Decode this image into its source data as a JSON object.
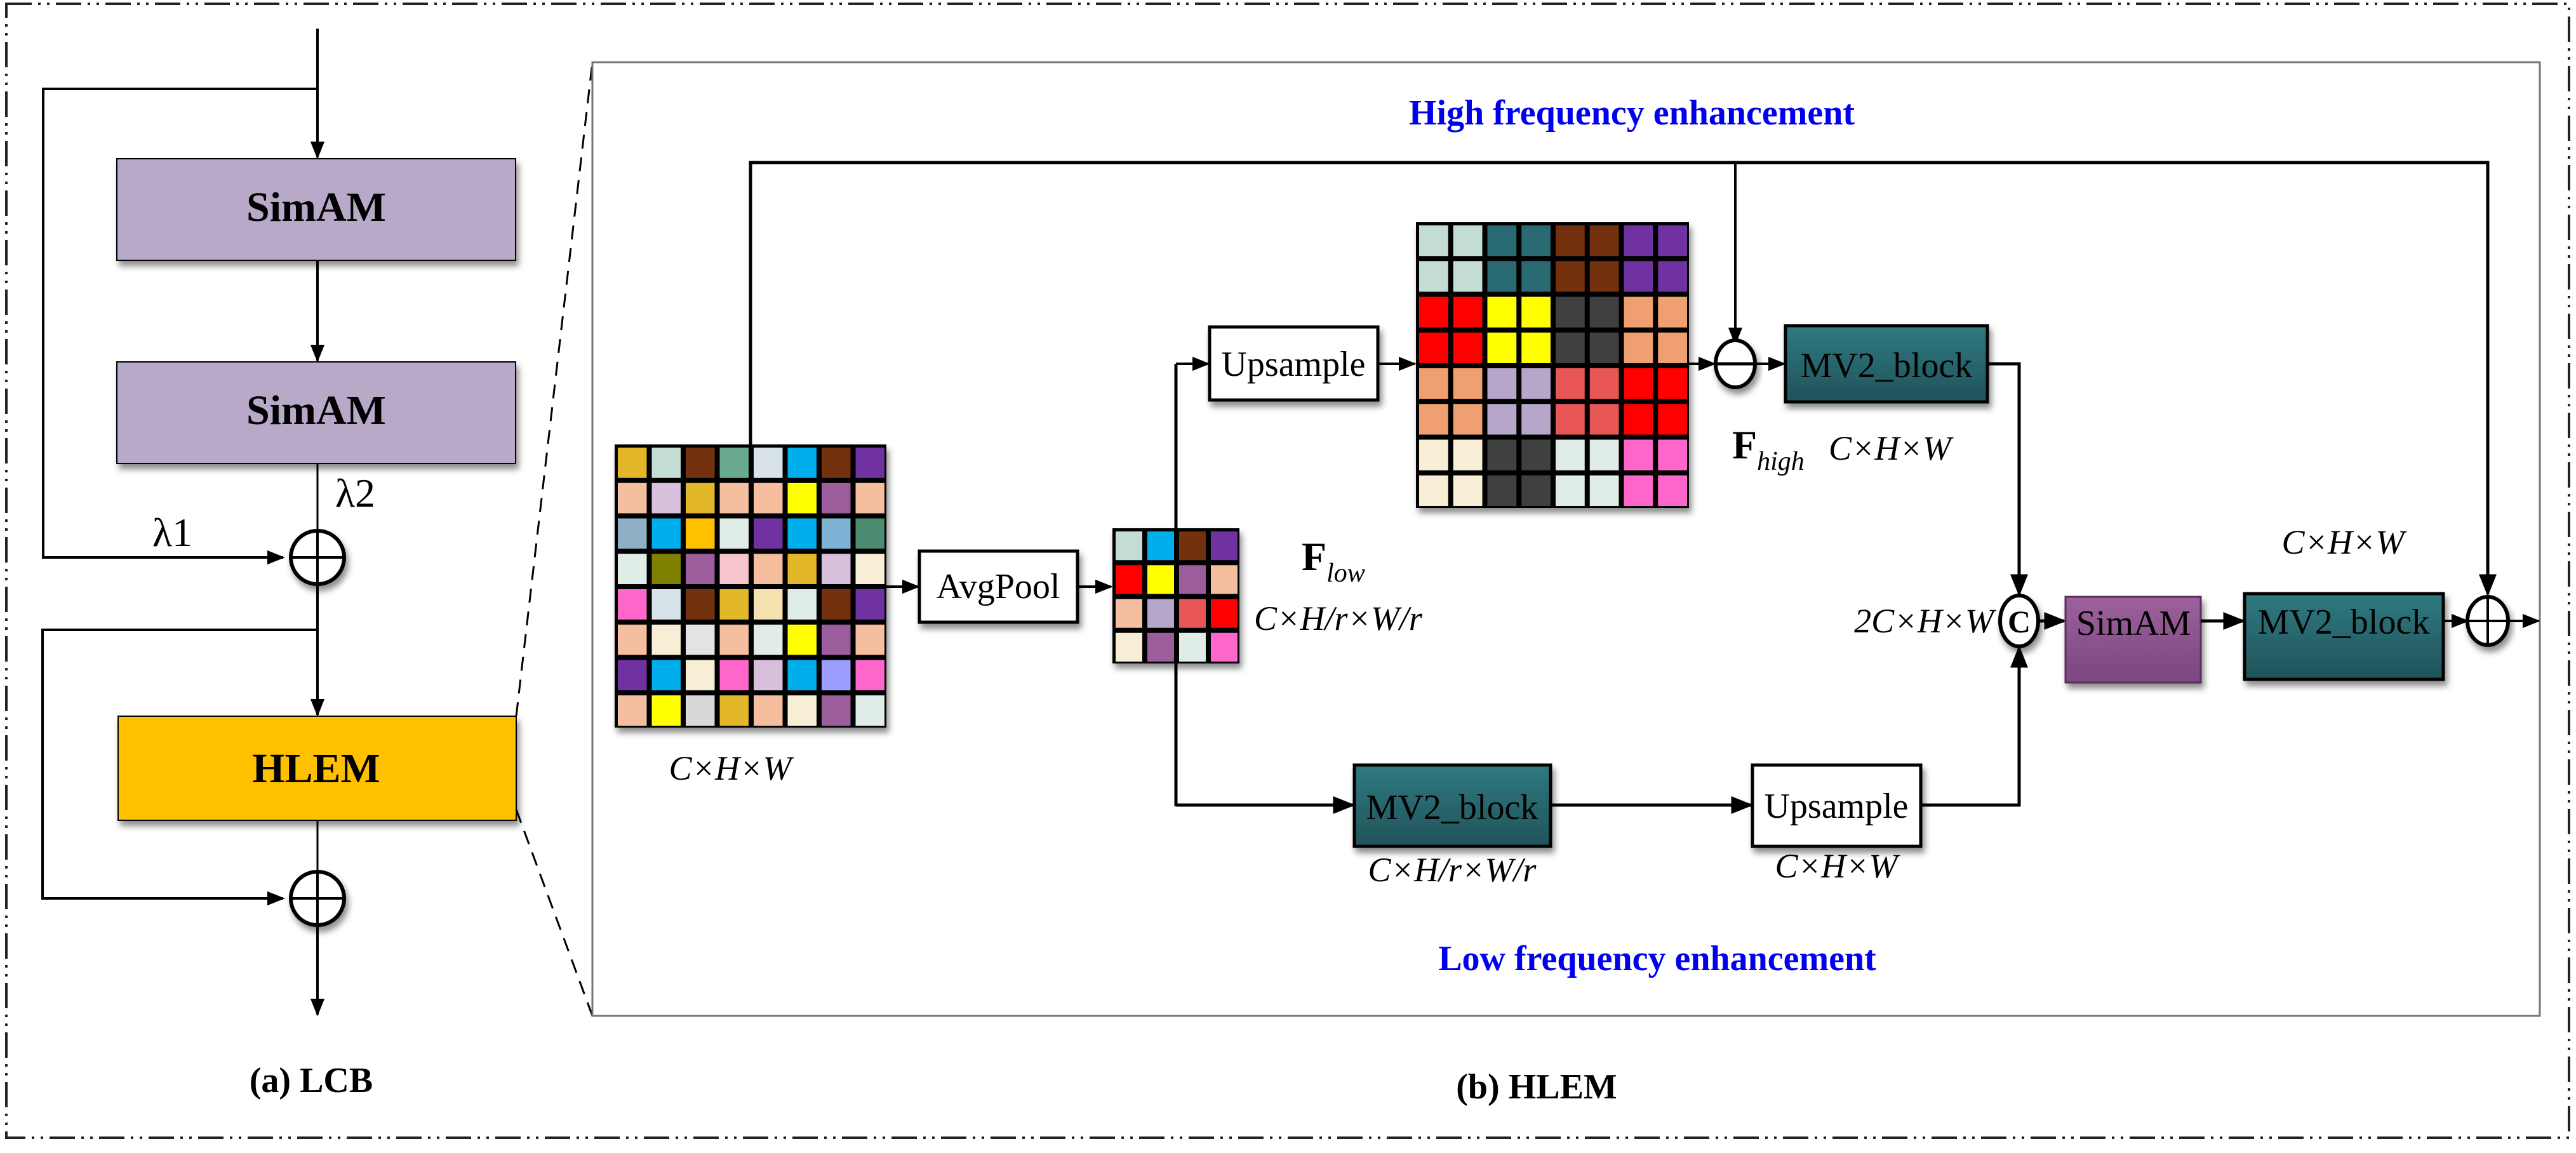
{
  "lcb": {
    "caption": "(a) LCB",
    "blocks": [
      {
        "label": "SimAM",
        "color": "#b8a9c9"
      },
      {
        "label": "SimAM",
        "color": "#b8a9c9"
      },
      {
        "label": "HLEM",
        "color": "#ffc000"
      }
    ],
    "lambda1": "λ1",
    "lambda2": "λ2"
  },
  "hlem": {
    "caption": "(b) HLEM",
    "high_freq_title": "High frequency enhancement",
    "low_freq_title": "Low frequency enhancement",
    "title_color": "#0000ee",
    "input_dim": "C×H×W",
    "avgpool_label": "AvgPool",
    "f_low_symbol": "F",
    "f_low_sub": "low",
    "f_low_dim": "C×H/r×W/r",
    "upsample_top_label": "Upsample",
    "f_high_symbol": "F",
    "f_high_sub": "high",
    "f_high_dim": "C×H×W",
    "mv2_top_label": "MV2_block",
    "mv2_bottom_label": "MV2_block",
    "mv2_bottom_dim": "C×H/r×W/r",
    "upsample_bottom_label": "Upsample",
    "upsample_bottom_dim": "C×H×W",
    "concat_label": "C",
    "concat_dim": "2C×H×W",
    "simam_label": "SimAM",
    "mv2_final_label": "MV2_block",
    "mv2_final_dim": "C×H×W",
    "colors": {
      "mv2": "#2d6f75",
      "simam": "#8e5590"
    },
    "input_grid": [
      [
        "#e3b72b",
        "#c3ddd4",
        "#73330c",
        "#6aaa8e",
        "#d8e3e9",
        "#00aeee",
        "#73330c",
        "#7030a0"
      ],
      [
        "#f5bf9f",
        "#d8bfdb",
        "#e3b72b",
        "#f5bf9f",
        "#f5bf9f",
        "#ffff00",
        "#9c5d9c",
        "#f5bf9f"
      ],
      [
        "#8eafc4",
        "#00aeee",
        "#ffc000",
        "#e0ede6",
        "#7030a0",
        "#00aeee",
        "#7fb3d5",
        "#4c8b6f"
      ],
      [
        "#e0ede6",
        "#7f7f00",
        "#9c5d9c",
        "#f7c6cc",
        "#f5bf9f",
        "#e3b72b",
        "#d8bfdb",
        "#f8eed6"
      ],
      [
        "#ff66cc",
        "#d8e3e9",
        "#73330c",
        "#e3b72b",
        "#f6e2ae",
        "#e0ede6",
        "#73330c",
        "#7030a0"
      ],
      [
        "#f5bf9f",
        "#f8eed6",
        "#e3e3e5",
        "#f5bf9f",
        "#e0ede6",
        "#ffff00",
        "#9c5d9c",
        "#f5bf9f"
      ],
      [
        "#7030a0",
        "#00aeee",
        "#f8eed6",
        "#ff66cc",
        "#d8bfdb",
        "#00aeee",
        "#9d9dff",
        "#ff66cc"
      ],
      [
        "#f5bf9f",
        "#ffff00",
        "#d8d8d8",
        "#e3b72b",
        "#f5bf9f",
        "#f8eed6",
        "#9c5d9c",
        "#e0ede6"
      ]
    ],
    "low_grid": [
      [
        "#c3ddd4",
        "#00aeee",
        "#73330c",
        "#7030a0"
      ],
      [
        "#ff0000",
        "#ffff00",
        "#9c5d9c",
        "#f5bf9f"
      ],
      [
        "#f5bf9f",
        "#b6a6c9",
        "#e95656",
        "#ff0000"
      ],
      [
        "#f8eed6",
        "#9c5d9c",
        "#e0ede6",
        "#ff66cc"
      ]
    ],
    "up_grid": [
      [
        "#c3ddd4",
        "#2b6b72",
        "#73330c",
        "#7030a0"
      ],
      [
        "#ff0000",
        "#ffff00",
        "#404040",
        "#f0a070"
      ],
      [
        "#f0a070",
        "#b6a6c9",
        "#e95656",
        "#ff0000"
      ],
      [
        "#f8eed6",
        "#404040",
        "#e0ede6",
        "#ff66cc"
      ]
    ]
  }
}
